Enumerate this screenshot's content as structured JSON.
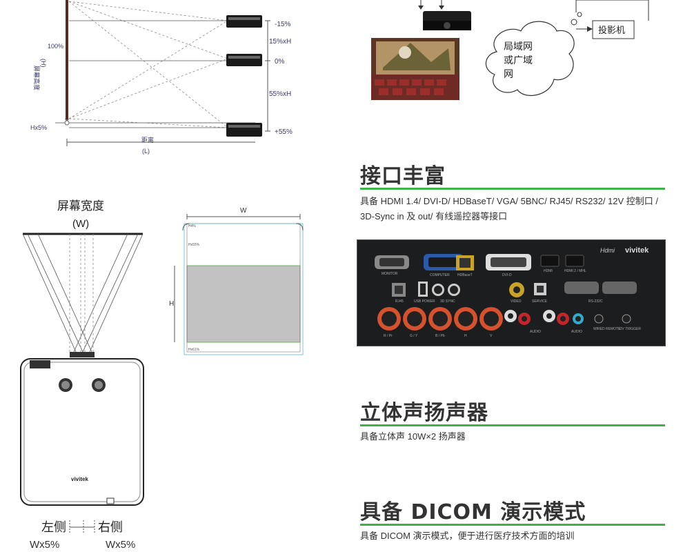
{
  "offset_diagram": {
    "screen_height_label": "屏幕高度",
    "screen_height_unit": "(H)",
    "percent_100": "100%",
    "hx5": "Hx5%",
    "distance_label": "距离",
    "distance_unit": "(L)",
    "offsets": [
      "-15%",
      "0%",
      "+55%"
    ],
    "spans": [
      "15%xH",
      "55%xH"
    ]
  },
  "network": {
    "cloud_text": "局域网\n或广域\n网",
    "projector_box": "投影机"
  },
  "width_diagram": {
    "title": "屏幕宽度",
    "unit": "(W)",
    "left_side": "左侧",
    "right_side": "右侧",
    "left_pct": "Wx5%",
    "right_pct": "Wx5%",
    "brand": "vivitek"
  },
  "shift_diagram": {
    "w_label": "W",
    "h_label": "H",
    "top_pct": "H4%",
    "mid_pct": "Hx55%",
    "bottom_pct": "Hx61%"
  },
  "sections": [
    {
      "title": "接口丰富",
      "desc": "具备 HDMI 1.4/ DVI-D/ HDBaseT/ VGA/ 5BNC/ RJ45/ RS232/ 12V 控制口 / 3D-Sync in 及 out/ 有线遥控器等接口"
    },
    {
      "title": "立体声扬声器",
      "desc": "具备立体声 10W×2 扬声器"
    },
    {
      "title": "具备 DICOM 演示模式",
      "desc": "具备 DICOM 演示模式，便于进行医疗技术方面的培训"
    }
  ],
  "io_panel": {
    "hdmi_logo": "Hdmi",
    "brand": "vivitek",
    "port_labels": [
      "MONITOR",
      "COMPUTER",
      "HDBaseT",
      "DVI-D",
      "HDMI",
      "HDMI 2 / MHL",
      "RJ45",
      "USB POWER",
      "3D SYNC",
      "VIDEO",
      "SERVICE",
      "RS-232C",
      "R / Pr",
      "G / Y",
      "B / Pb",
      "H",
      "V",
      "AUDIO",
      "AUDIO",
      "WIRED REMOTE",
      "12V TRIGGER"
    ]
  }
}
